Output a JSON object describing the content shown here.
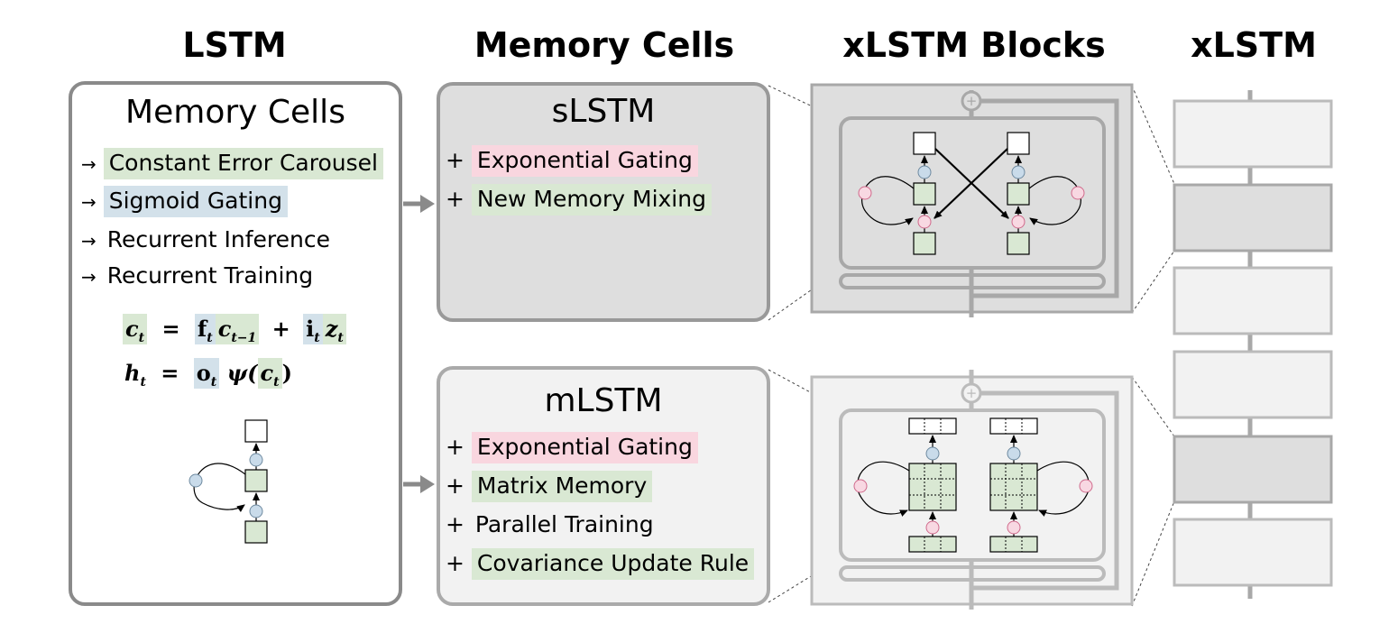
{
  "titles": {
    "lstm": "LSTM",
    "memory_cells": "Memory Cells",
    "xlstm_blocks": "xLSTM Blocks",
    "xlstm": "xLSTM"
  },
  "lstm_panel": {
    "title": "Memory Cells",
    "items": [
      {
        "prefix": "→",
        "text": "Constant Error Carousel",
        "highlight": "green"
      },
      {
        "prefix": "→",
        "text": "Sigmoid Gating",
        "highlight": "blue"
      },
      {
        "prefix": "→",
        "text": "Recurrent Inference",
        "highlight": "none"
      },
      {
        "prefix": "→",
        "text": "Recurrent Training",
        "highlight": "none"
      }
    ],
    "equations": {
      "eq1": {
        "lhs": "c",
        "lhs_sub": "t",
        "eq": "=",
        "f": "f",
        "f_sub": "t",
        "c_prev": "c",
        "c_prev_sub": "t−1",
        "plus": "+",
        "i": "i",
        "i_sub": "t",
        "z": "z",
        "z_sub": "t"
      },
      "eq2": {
        "lhs": "h",
        "lhs_sub": "t",
        "eq": "=",
        "o": "o",
        "o_sub": "t",
        "psi": "ψ(",
        "c": "c",
        "c_sub": "t",
        "close": ")"
      }
    }
  },
  "slstm_panel": {
    "title": "sLSTM",
    "items": [
      {
        "prefix": "+",
        "text": "Exponential Gating",
        "highlight": "pink"
      },
      {
        "prefix": "+",
        "text": "New Memory Mixing",
        "highlight": "green"
      }
    ]
  },
  "mlstm_panel": {
    "title": "mLSTM",
    "items": [
      {
        "prefix": "+",
        "text": "Exponential Gating",
        "highlight": "pink"
      },
      {
        "prefix": "+",
        "text": "Matrix Memory",
        "highlight": "green"
      },
      {
        "prefix": "+",
        "text": "Parallel Training",
        "highlight": "none"
      },
      {
        "prefix": "+",
        "text": "Covariance Update Rule",
        "highlight": "green"
      }
    ]
  },
  "xlstm_stack": {
    "blocks": [
      "light",
      "dark",
      "light",
      "light",
      "dark",
      "light"
    ]
  },
  "colors": {
    "green": "#d9e8d3",
    "blue": "#d3e1ea",
    "pink": "#f9d6df",
    "slstm_fill": "#dedede",
    "mlstm_fill": "#f2f2f2",
    "border": "#999999",
    "gate_blue": "#c9dbea",
    "gate_pink": "#f8d8e2"
  }
}
